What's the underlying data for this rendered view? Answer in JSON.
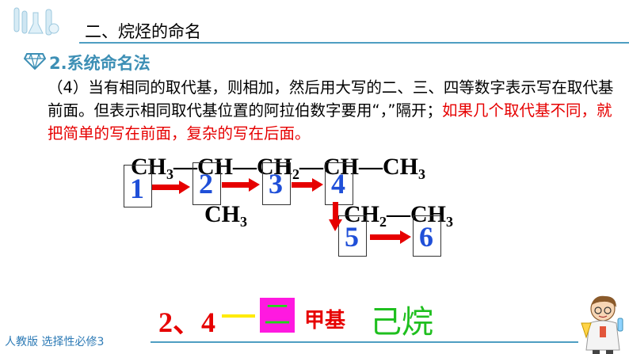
{
  "header": {
    "section_title": "二、烷烃的命名",
    "subheading": "2.系统命名法"
  },
  "paragraph": {
    "part_black": "（4）当有相同的取代基，则相加，然后用大写的二、三、四等数字表示写在取代基前面。但表示相同取代基位置的阿拉伯数字要用“，”隔开；",
    "part_red": "如果几个取代基不同，就把简单的写在前面，复杂的写在后面。"
  },
  "structure": {
    "chain_c1": "CH",
    "chain_c1_sub": "3",
    "bond1": "—",
    "chain_c2": "CH",
    "bond2": "—",
    "chain_c3": "CH",
    "chain_c3_sub": "2",
    "bond3": "—",
    "chain_c4": "CH",
    "bond4": "—",
    "chain_c5": "CH",
    "chain_c5_sub": "3",
    "branch_methyl": "CH",
    "branch_methyl_sub": "3",
    "branch_ch2": "CH",
    "branch_ch2_sub": "2",
    "branch_bond": "—",
    "branch_ch3": "CH",
    "branch_ch3_sub": "3",
    "numbers": [
      "1",
      "2",
      "3",
      "4",
      "5",
      "6"
    ]
  },
  "result": {
    "locants": "2、4",
    "di": "二",
    "jiaji": "甲基",
    "yiwan": "己烷"
  },
  "footer": {
    "text": "人教版 选择性必修3"
  },
  "colors": {
    "accent_blue": "#3d8fb5",
    "number_blue": "#1f4fd8",
    "red": "#e60000",
    "arrow_red": "#e60000",
    "magenta": "#ff19e0",
    "green": "#1fd619",
    "yellow": "#ffeb00"
  }
}
